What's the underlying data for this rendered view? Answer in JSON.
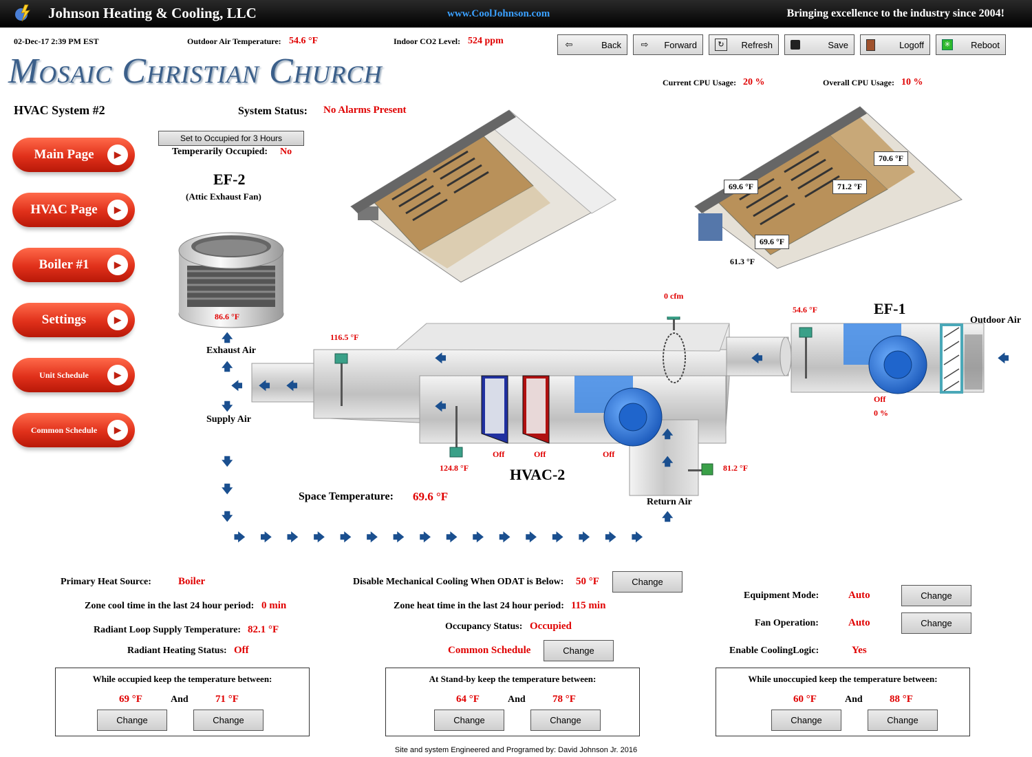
{
  "header": {
    "brand": "Johnson Heating & Cooling, LLC",
    "url": "www.CoolJohnson.com",
    "slogan": "Bringing excellence to the industry since 2004!"
  },
  "info": {
    "datetime": "02-Dec-17 2:39 PM EST",
    "oat_label": "Outdoor Air Temperature:",
    "oat_value": "54.6 °F",
    "co2_label": "Indoor CO2 Level:",
    "co2_value": "524 ppm",
    "cur_cpu_label": "Current CPU Usage:",
    "cur_cpu_value": "20 %",
    "all_cpu_label": "Overall CPU Usage:",
    "all_cpu_value": "10 %"
  },
  "toolbar": {
    "back": "Back",
    "forward": "Forward",
    "refresh": "Refresh",
    "save": "Save",
    "logoff": "Logoff",
    "reboot": "Reboot"
  },
  "title": "Mosaic Christian Church",
  "system_name": "HVAC System #2",
  "status": {
    "label": "System Status:",
    "value": "No Alarms Present"
  },
  "occupy": {
    "button": "Set to Occupied for 3 Hours",
    "label": "Temperarily Occupied:",
    "value": "No"
  },
  "nav": [
    {
      "label": "Main Page"
    },
    {
      "label": "HVAC Page"
    },
    {
      "label": "Boiler #1"
    },
    {
      "label": "Settings"
    },
    {
      "label": "Unit Schedule"
    },
    {
      "label": "Common Schedule"
    }
  ],
  "ef2": {
    "name": "EF-2",
    "desc": "(Attic Exhaust Fan)",
    "temp": "86.6 °F"
  },
  "floor_temps": [
    "70.6 °F",
    "69.6 °F",
    "71.2 °F",
    "69.6 °F",
    "61.3 °F"
  ],
  "schematic": {
    "exhaust_air": "Exhaust Air",
    "supply_air": "Supply Air",
    "return_air": "Return Air",
    "outdoor_air": "Outdoor Air",
    "exhaust_temp": "116.5 °F",
    "cfm": "0 cfm",
    "oa_temp": "54.6 °F",
    "ef1_name": "EF-1",
    "ef1_state": "Off",
    "ef1_pct": "0 %",
    "cool_state": "Off",
    "heat_state": "Off",
    "fan_state": "Off",
    "supply_temp": "124.8 °F",
    "return_temp": "81.2 °F",
    "unit_name": "HVAC-2",
    "space_label": "Space Temperature:",
    "space_value": "69.6 °F"
  },
  "settings": {
    "primary_label": "Primary Heat Source:",
    "primary_value": "Boiler",
    "zone_cool_label": "Zone cool time in the last 24 hour period:",
    "zone_cool_value": "0 min",
    "radiant_temp_label": "Radiant Loop Supply Temperature:",
    "radiant_temp_value": "82.1 °F",
    "radiant_status_label": "Radiant Heating Status:",
    "radiant_status_value": "Off",
    "disable_label": "Disable Mechanical Cooling When ODAT is Below:",
    "disable_value": "50 °F",
    "zone_heat_label": "Zone heat time in the last 24 hour period:",
    "zone_heat_value": "115 min",
    "occ_status_label": "Occupancy Status:",
    "occ_status_value": "Occupied",
    "schedule_value": "Common Schedule",
    "equip_label": "Equipment Mode:",
    "equip_value": "Auto",
    "fan_label": "Fan Operation:",
    "fan_value": "Auto",
    "cooling_label": "Enable CoolingLogic:",
    "cooling_value": "Yes",
    "change": "Change",
    "and": "And"
  },
  "ranges": [
    {
      "title": "While occupied keep the temperature between:",
      "low": "69 °F",
      "high": "71 °F"
    },
    {
      "title": "At Stand-by keep the temperature between:",
      "low": "64 °F",
      "high": "78 °F"
    },
    {
      "title": "While unoccupied keep the temperature between:",
      "low": "60 °F",
      "high": "88 °F"
    }
  ],
  "footer": "Site and system Engineered and Programed by: David Johnson Jr. 2016"
}
